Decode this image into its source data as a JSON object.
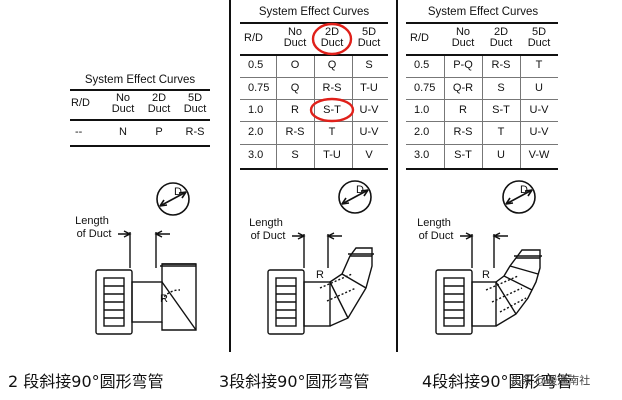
{
  "panels": [
    {
      "title": "System Effect Curves",
      "headers": [
        "R/D",
        "No\nDuct",
        "2D\nDuct",
        "5D\nDuct"
      ],
      "rows": [
        [
          "--",
          "N",
          "P",
          "R-S"
        ]
      ],
      "caption": "2 段斜接90°圆形弯管",
      "highlights": []
    },
    {
      "title": "System Effect Curves",
      "headers": [
        "R/D",
        "No\nDuct",
        "2D\nDuct",
        "5D\nDuct"
      ],
      "rows": [
        [
          "0.5",
          "O",
          "Q",
          "S"
        ],
        [
          "0.75",
          "Q",
          "R-S",
          "T-U"
        ],
        [
          "1.0",
          "R",
          "S-T",
          "U-V"
        ],
        [
          "2.0",
          "R-S",
          "T",
          "U-V"
        ],
        [
          "3.0",
          "S",
          "T-U",
          "V"
        ]
      ],
      "caption": "3段斜接90°圆形弯管",
      "highlights": [
        "header-2d",
        "row-1.0-2d"
      ]
    },
    {
      "title": "System Effect Curves",
      "headers": [
        "R/D",
        "No\nDuct",
        "2D\nDuct",
        "5D\nDuct"
      ],
      "rows": [
        [
          "0.5",
          "P-Q",
          "R-S",
          "T"
        ],
        [
          "0.75",
          "Q-R",
          "S",
          "U"
        ],
        [
          "1.0",
          "R",
          "S-T",
          "U-V"
        ],
        [
          "2.0",
          "R-S",
          "T",
          "U-V"
        ],
        [
          "3.0",
          "S-T",
          "U",
          "V-W"
        ]
      ],
      "caption": "4段斜接90°圆形弯管",
      "highlights": []
    }
  ],
  "figure_labels": {
    "diameter": "D",
    "length_line1": "Length",
    "length_line2": "of Duct",
    "radius": "R"
  },
  "watermark": "头条 @暖通南社",
  "colors": {
    "highlight": "#e0201a",
    "ink": "#111111"
  }
}
